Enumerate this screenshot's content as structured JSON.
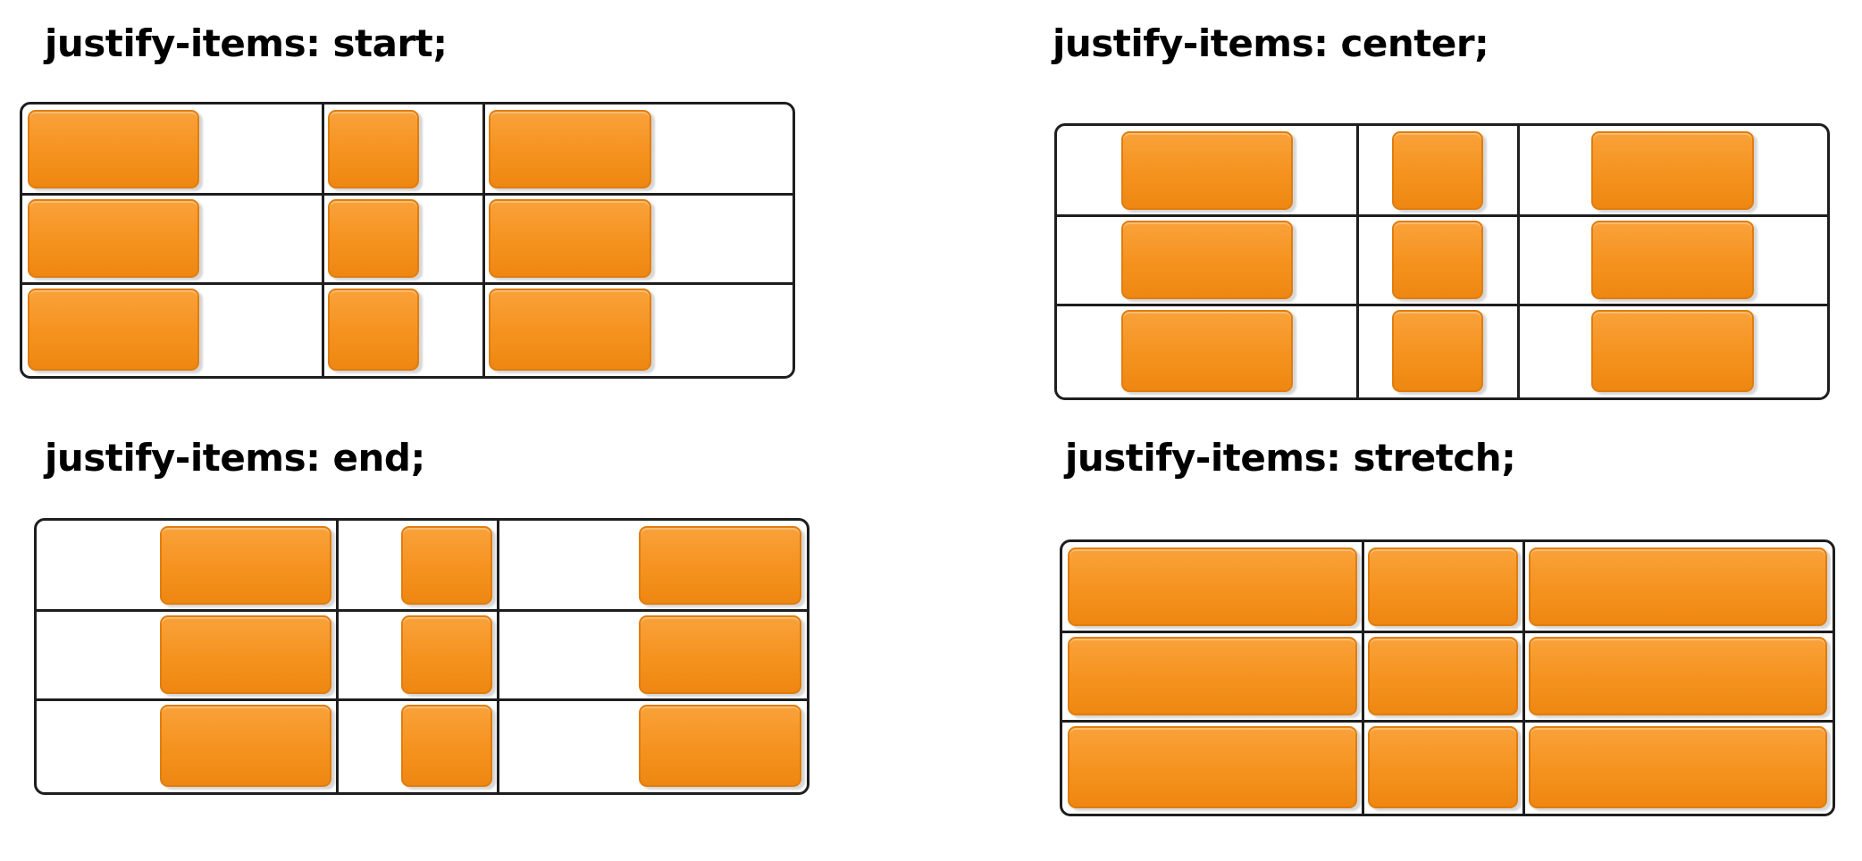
{
  "panels": [
    {
      "id": "start",
      "title": "justify-items: start;",
      "align": "start"
    },
    {
      "id": "center",
      "title": "justify-items: center;",
      "align": "center"
    },
    {
      "id": "end",
      "title": "justify-items: end;",
      "align": "end"
    },
    {
      "id": "stretch",
      "title": "justify-items: stretch;",
      "align": "stretch"
    }
  ],
  "colors": {
    "item_fill": "#f5921e",
    "item_border": "#e07d0e",
    "grid_line": "#1e1e1e",
    "title_text": "#000000"
  }
}
